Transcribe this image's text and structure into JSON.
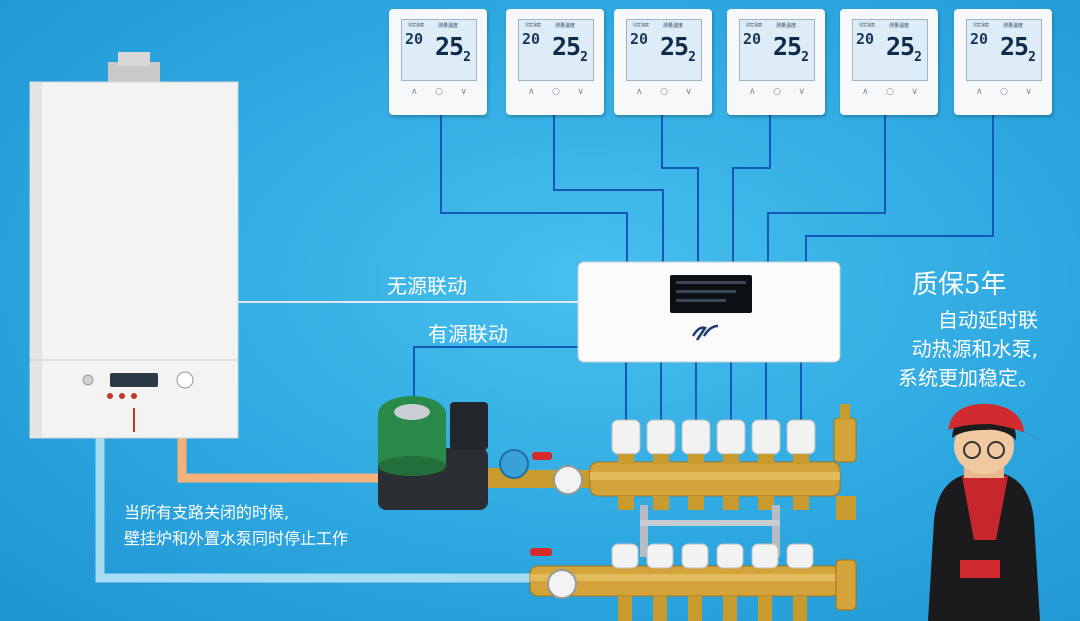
{
  "labels": {
    "passive_link": "无源联动",
    "active_link": "有源联动",
    "note_line1": "当所有支路关闭的时候,",
    "note_line2": "壁挂炉和外置水泵同时停止工作",
    "warranty": "质保5年",
    "desc_line1": "自动延时联",
    "desc_line2": "动热源和水泵,",
    "desc_line3": "系统更加稳定。"
  },
  "thermostats": [
    {
      "set": "20",
      "measured": "25",
      "decimal": "2"
    },
    {
      "set": "20",
      "measured": "25",
      "decimal": "2"
    },
    {
      "set": "20",
      "measured": "25",
      "decimal": "2"
    },
    {
      "set": "20",
      "measured": "25",
      "decimal": "2"
    },
    {
      "set": "20",
      "measured": "25",
      "decimal": "2"
    },
    {
      "set": "20",
      "measured": "25",
      "decimal": "2"
    }
  ],
  "icons": {
    "boiler": "boiler-icon",
    "pump": "circulation-pump-icon",
    "controller": "control-center-icon",
    "manifold": "manifold-icon",
    "mascot": "mascot-boy-icon"
  },
  "colors": {
    "background": "#2ea8e0",
    "wire": "#1558b8",
    "wire_light": "#dfe9f5",
    "supply_pipe": "#f4b27a",
    "return_pipe": "#a8dcf2",
    "brass": "#c99a2e",
    "text": "#ffffff"
  }
}
